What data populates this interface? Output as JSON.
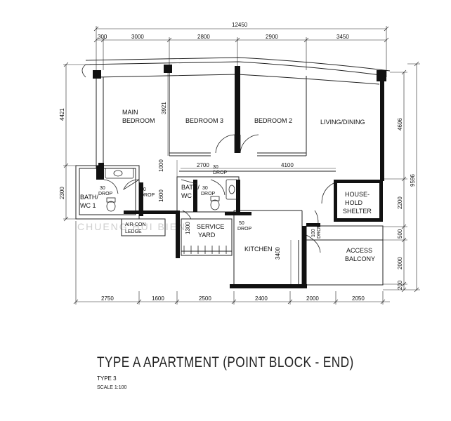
{
  "title": "TYPE A APARTMENT (POINT BLOCK - END)",
  "subtitle": "TYPE 3",
  "scale": "SCALE  1:100",
  "watermark": "CHUENG HUI BIEN",
  "rooms": {
    "main_bedroom": [
      "MAIN",
      "BEDROOM"
    ],
    "bedroom3": "BEDROOM 3",
    "bedroom2": "BEDROOM 2",
    "living_dining": "LIVING/DINING",
    "bath_wc1": [
      "BATH/",
      "WC  1"
    ],
    "bath_wc2": [
      "BATH/",
      "WC  2"
    ],
    "aircon_ledge": [
      "AIR-CON",
      "LEDGE"
    ],
    "service_yard": [
      "SERVICE",
      "YARD"
    ],
    "kitchen": "KITCHEN",
    "household_shelter": [
      "HOUSE-",
      "HOLD",
      "SHELTER"
    ],
    "access_balcony": [
      "ACCESS",
      "BALCONY"
    ]
  },
  "drops": {
    "d1": [
      "30",
      "DROP"
    ],
    "d2": [
      "30",
      "DROP"
    ],
    "d3": [
      "30",
      "DROP"
    ],
    "d4": [
      "30",
      "DROP"
    ],
    "d5": [
      "50",
      "DROP"
    ],
    "d6": [
      "100",
      "DROP"
    ]
  },
  "dims": {
    "overall_top": "12450",
    "top": [
      "300",
      "3000",
      "2800",
      "2900",
      "3450"
    ],
    "bottom": [
      "2750",
      "1600",
      "2500",
      "2400",
      "2000",
      "2050"
    ],
    "left": [
      "4421",
      "2300"
    ],
    "right": [
      "4696",
      "2200",
      "500",
      "2000",
      "200"
    ],
    "right_total": "9596",
    "internal": {
      "bed3_height": "3921",
      "wc_gap": "1000",
      "wc2_height": "1600",
      "yard_height": "1300",
      "kitchen_height": "3400",
      "corridor_left": "2700",
      "corridor_right": "4100"
    }
  }
}
